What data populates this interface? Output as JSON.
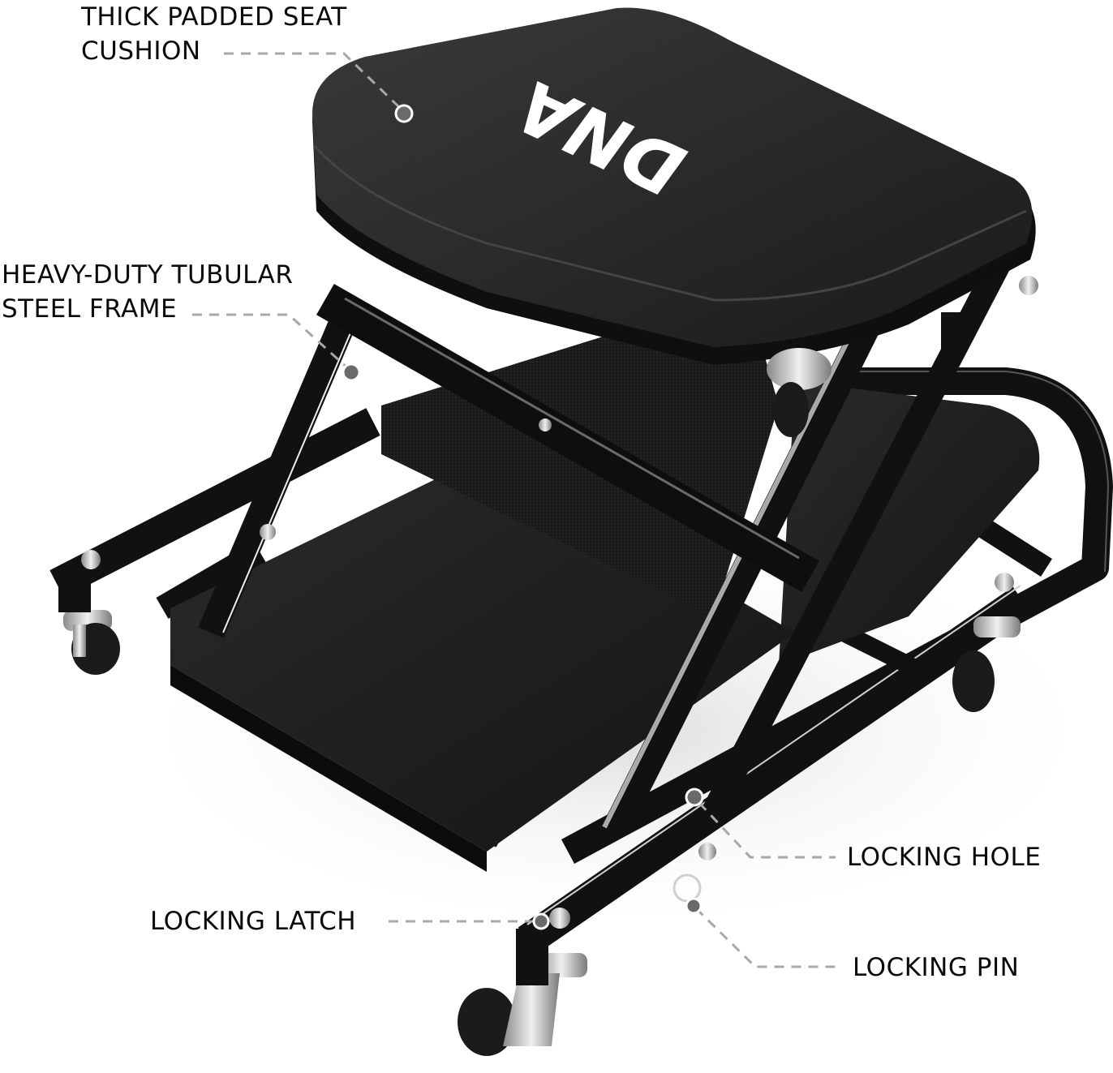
{
  "image": {
    "type": "product-feature-callout",
    "product": "Creeper seat / rolling mechanic stool",
    "background_color": "#ffffff",
    "product_color": "#1c1c1c",
    "callout_line_color": "#a8a8a8",
    "callout_dot_color": "#6a6a6a"
  },
  "logo": {
    "text": "DNA",
    "orientation": "rotated-180",
    "color": "#ffffff"
  },
  "callouts": [
    {
      "id": "seat",
      "line1": "THICK PADDED SEAT",
      "line2": "CUSHION"
    },
    {
      "id": "frame",
      "line1": "HEAVY-DUTY TUBULAR",
      "line2": "STEEL FRAME"
    },
    {
      "id": "hole",
      "line1": "LOCKING HOLE"
    },
    {
      "id": "latch",
      "line1": "LOCKING LATCH"
    },
    {
      "id": "pin",
      "line1": "LOCKING PIN"
    }
  ]
}
